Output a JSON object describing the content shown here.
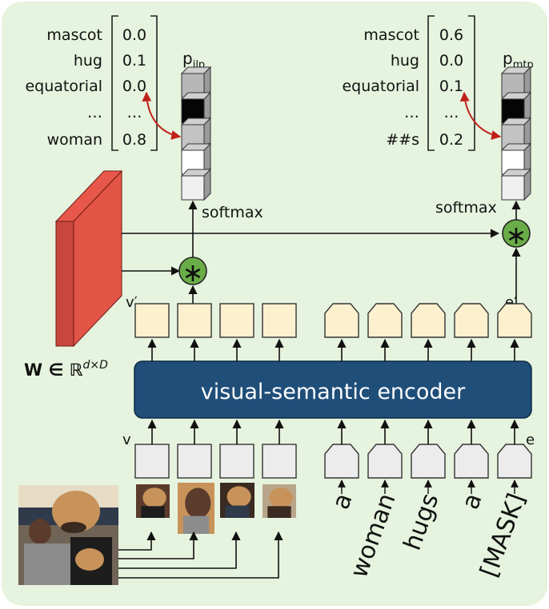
{
  "colors": {
    "panel_bg": "#e6f3de",
    "encoder_fill": "#1f4e79",
    "token_fill": "#fdf0cf",
    "input_fill": "#ececec",
    "weight_face": "#c8463c",
    "weight_side": "#e8584a",
    "circle_fill": "#6aad48",
    "red_arrow": "#c0211b"
  },
  "left_vector": {
    "rows": [
      {
        "label": "mascot",
        "value": "0.0"
      },
      {
        "label": "hug",
        "value": "0.1"
      },
      {
        "label": "equatorial",
        "value": "0.0"
      },
      {
        "label": "…",
        "value": "…"
      },
      {
        "label": "woman",
        "value": "0.8"
      }
    ],
    "p_main": "p",
    "p_sub": "ilp"
  },
  "right_vector": {
    "rows": [
      {
        "label": "mascot",
        "value": "0.6"
      },
      {
        "label": "hug",
        "value": "0.0"
      },
      {
        "label": "equatorial",
        "value": "0.1"
      },
      {
        "label": "…",
        "value": "…"
      },
      {
        "label": "##s",
        "value": "0.2"
      }
    ],
    "p_main": "p",
    "p_sub": "mtp"
  },
  "softmax_left": "softmax",
  "softmax_right": "softmax",
  "operator_symbol": "∗",
  "weight_label": "W ∈ ℝ",
  "weight_superscript": "d×D",
  "encoder_label": "visual-semantic encoder",
  "v_prime_label": "v′",
  "e_prime_label": "e′",
  "v_label": "v",
  "e_label": "e",
  "words": [
    "a",
    "woman",
    "hugs",
    "a",
    "[MASK]"
  ]
}
